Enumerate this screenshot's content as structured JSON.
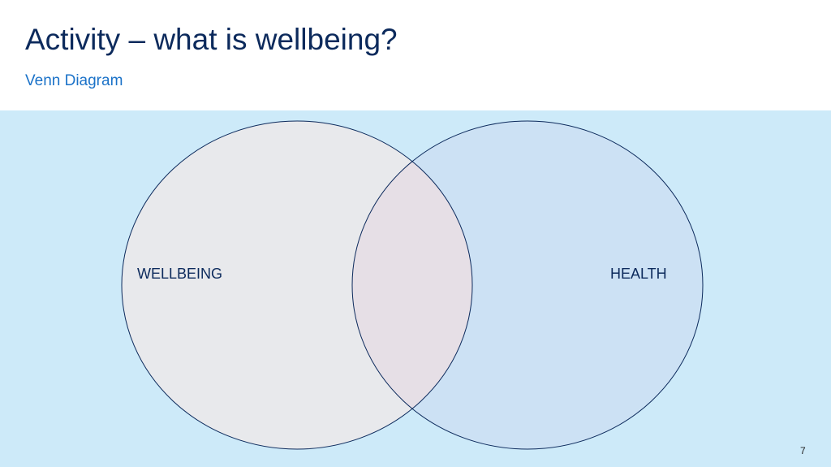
{
  "slide": {
    "title": "Activity – what is wellbeing?",
    "subtitle": "Venn Diagram",
    "page_number": "7"
  },
  "venn": {
    "left_label": "WELLBEING",
    "right_label": "HEALTH",
    "colors": {
      "background": "#cdeaf9",
      "left_fill": "#e8e9ec",
      "right_fill": "#cce1f4",
      "overlap_fill": "#e6dfe6",
      "outline": "#0c2a5c"
    }
  }
}
